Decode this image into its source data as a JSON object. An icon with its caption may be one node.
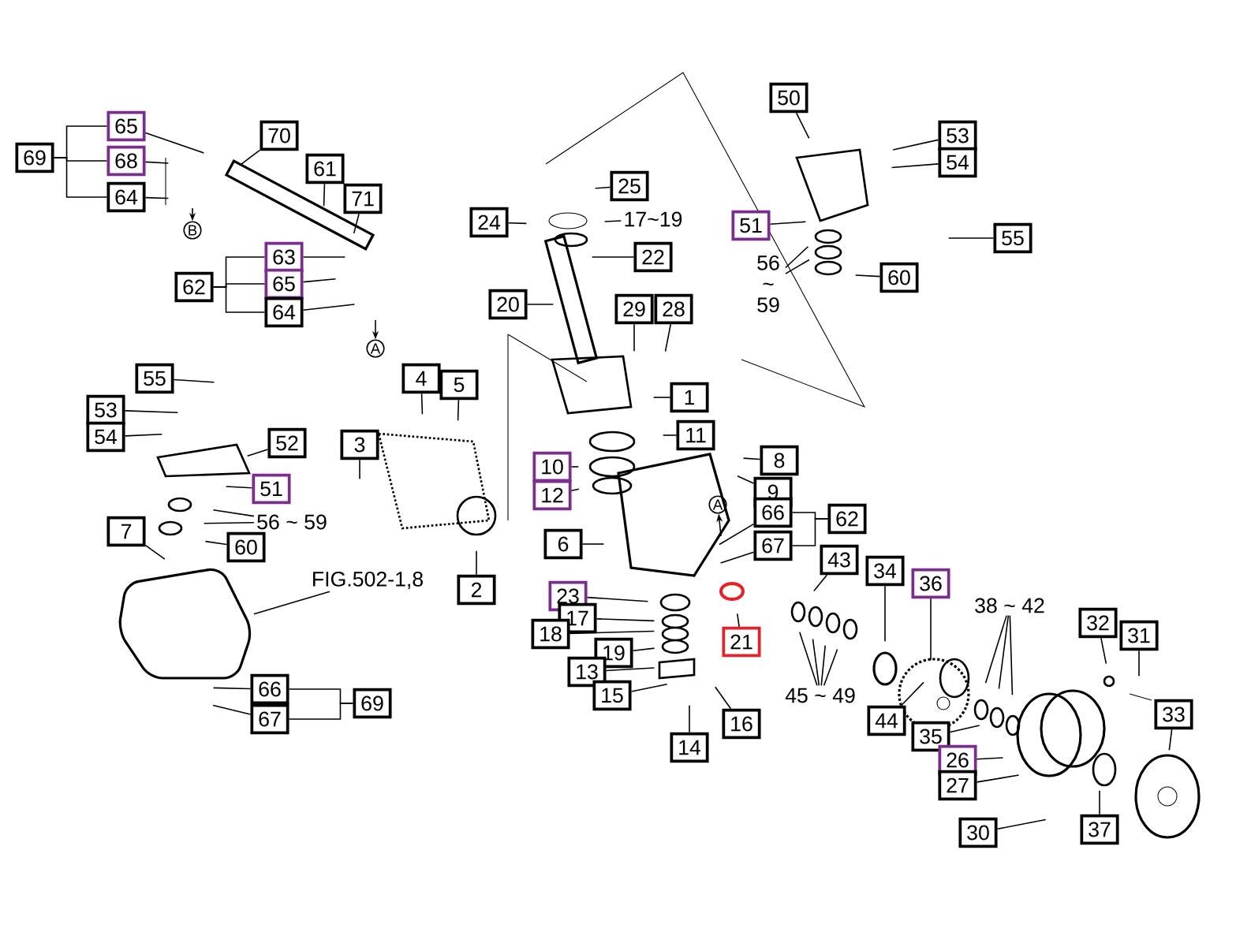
{
  "diagram": {
    "nodes": [
      {
        "text": [
          "65"
        ]
      },
      {
        "text": [
          "68"
        ]
      },
      {
        "text": [
          "64"
        ]
      },
      {
        "text": [
          "69"
        ]
      },
      {
        "text": [
          "70"
        ]
      },
      {
        "text": [
          "61"
        ]
      },
      {
        "text": [
          "71"
        ]
      },
      {
        "text": [
          "B"
        ]
      },
      {
        "text": [
          "63"
        ]
      },
      {
        "text": [
          "65"
        ]
      },
      {
        "text": [
          "64"
        ]
      },
      {
        "text": [
          "62"
        ]
      },
      {
        "text": [
          "A"
        ]
      },
      {
        "text": [
          "25"
        ]
      },
      {
        "text": [
          "24"
        ]
      },
      {
        "text": [
          "17~19"
        ]
      },
      {
        "text": [
          "22"
        ]
      },
      {
        "text": [
          "20"
        ]
      },
      {
        "text": [
          "29"
        ]
      },
      {
        "text": [
          "28"
        ]
      },
      {
        "text": [
          "1"
        ]
      },
      {
        "text": [
          "50"
        ]
      },
      {
        "text": [
          "53"
        ]
      },
      {
        "text": [
          "54"
        ]
      },
      {
        "text": [
          "51"
        ]
      },
      {
        "text": [
          "56 ~ 59"
        ]
      },
      {
        "text": [
          "55"
        ]
      },
      {
        "text": [
          "60"
        ]
      },
      {
        "text": [
          "55"
        ]
      },
      {
        "text": [
          "53"
        ]
      },
      {
        "text": [
          "54"
        ]
      },
      {
        "text": [
          "52"
        ]
      },
      {
        "text": [
          "51"
        ]
      },
      {
        "text": [
          "56 ~ 59"
        ]
      },
      {
        "text": [
          "60"
        ]
      },
      {
        "text": [
          "7"
        ]
      },
      {
        "text": [
          "3"
        ]
      },
      {
        "text": [
          "4"
        ]
      },
      {
        "text": [
          "5"
        ]
      },
      {
        "text": [
          "FIG.502-1,8"
        ]
      },
      {
        "text": [
          "2"
        ]
      },
      {
        "text": [
          "66"
        ]
      },
      {
        "text": [
          "67"
        ]
      },
      {
        "text": [
          "69"
        ]
      },
      {
        "text": [
          "11"
        ]
      },
      {
        "text": [
          "10"
        ]
      },
      {
        "text": [
          "12"
        ]
      },
      {
        "text": [
          "6"
        ]
      },
      {
        "text": [
          "8"
        ]
      },
      {
        "text": [
          "9"
        ]
      },
      {
        "text": [
          "A"
        ]
      },
      {
        "text": [
          "66"
        ]
      },
      {
        "text": [
          "67"
        ]
      },
      {
        "text": [
          "62"
        ]
      },
      {
        "text": [
          "43"
        ]
      },
      {
        "text": [
          "21"
        ]
      },
      {
        "text": [
          "23"
        ]
      },
      {
        "text": [
          "17"
        ]
      },
      {
        "text": [
          "18"
        ]
      },
      {
        "text": [
          "19"
        ]
      },
      {
        "text": [
          "13"
        ]
      },
      {
        "text": [
          "15"
        ]
      },
      {
        "text": [
          "14"
        ]
      },
      {
        "text": [
          "16"
        ]
      },
      {
        "text": [
          "34"
        ]
      },
      {
        "text": [
          "36"
        ]
      },
      {
        "text": [
          "38 ~ 42"
        ]
      },
      {
        "text": [
          "45 ~ 49"
        ]
      },
      {
        "text": [
          "44"
        ]
      },
      {
        "text": [
          "35"
        ]
      },
      {
        "text": [
          "26"
        ]
      },
      {
        "text": [
          "27"
        ]
      },
      {
        "text": [
          "30"
        ]
      },
      {
        "text": [
          "37"
        ]
      },
      {
        "text": [
          "32"
        ]
      },
      {
        "text": [
          "31"
        ]
      },
      {
        "text": [
          "33"
        ]
      }
    ],
    "edges": [
      {
        "from": 3,
        "to": 0,
        "arrow": "none"
      },
      {
        "from": 3,
        "to": 1,
        "arrow": "none"
      },
      {
        "from": 3,
        "to": 2,
        "arrow": "none"
      },
      {
        "from": 11,
        "to": 8,
        "arrow": "none"
      },
      {
        "from": 11,
        "to": 9,
        "arrow": "none"
      },
      {
        "from": 11,
        "to": 10,
        "arrow": "none"
      },
      {
        "from": 43,
        "to": 41,
        "arrow": "none"
      },
      {
        "from": 43,
        "to": 42,
        "arrow": "none"
      },
      {
        "from": 53,
        "to": 51,
        "arrow": "none"
      },
      {
        "from": 53,
        "to": 52,
        "arrow": "none"
      },
      {
        "from": null,
        "to": 7,
        "arrow": "to"
      },
      {
        "from": null,
        "to": 12,
        "arrow": "to"
      },
      {
        "from": null,
        "to": 50,
        "arrow": "to"
      },
      {
        "from": 0,
        "to": null,
        "arrow": "none"
      },
      {
        "from": 1,
        "to": null,
        "arrow": "none"
      },
      {
        "from": 2,
        "to": null,
        "arrow": "none"
      },
      {
        "from": 4,
        "to": null,
        "arrow": "none"
      },
      {
        "from": 5,
        "to": null,
        "arrow": "none"
      },
      {
        "from": 6,
        "to": null,
        "arrow": "none"
      },
      {
        "from": 8,
        "to": null,
        "arrow": "none"
      },
      {
        "from": 9,
        "to": null,
        "arrow": "none"
      },
      {
        "from": 10,
        "to": null,
        "arrow": "none"
      },
      {
        "from": 13,
        "to": null,
        "arrow": "none"
      },
      {
        "from": 14,
        "to": null,
        "arrow": "none"
      },
      {
        "from": 15,
        "to": null,
        "arrow": "none"
      },
      {
        "from": 16,
        "to": null,
        "arrow": "none"
      },
      {
        "from": 17,
        "to": null,
        "arrow": "none"
      },
      {
        "from": 18,
        "to": null,
        "arrow": "none"
      },
      {
        "from": 19,
        "to": null,
        "arrow": "none"
      },
      {
        "from": 20,
        "to": null,
        "arrow": "none"
      },
      {
        "from": 21,
        "to": null,
        "arrow": "none"
      },
      {
        "from": 22,
        "to": null,
        "arrow": "none"
      },
      {
        "from": 23,
        "to": null,
        "arrow": "none"
      },
      {
        "from": 24,
        "to": null,
        "arrow": "none"
      },
      {
        "from": 25,
        "to": null,
        "arrow": "none"
      },
      {
        "from": 25,
        "to": null,
        "arrow": "none"
      },
      {
        "from": 26,
        "to": null,
        "arrow": "none"
      },
      {
        "from": 27,
        "to": null,
        "arrow": "none"
      },
      {
        "from": 28,
        "to": null,
        "arrow": "none"
      },
      {
        "from": 29,
        "to": null,
        "arrow": "none"
      },
      {
        "from": 30,
        "to": null,
        "arrow": "none"
      },
      {
        "from": 31,
        "to": null,
        "arrow": "none"
      },
      {
        "from": 32,
        "to": null,
        "arrow": "none"
      },
      {
        "from": 33,
        "to": null,
        "arrow": "none"
      },
      {
        "from": 33,
        "to": null,
        "arrow": "none"
      },
      {
        "from": 34,
        "to": null,
        "arrow": "none"
      },
      {
        "from": 35,
        "to": null,
        "arrow": "none"
      },
      {
        "from": 36,
        "to": null,
        "arrow": "none"
      },
      {
        "from": 37,
        "to": null,
        "arrow": "none"
      },
      {
        "from": 38,
        "to": null,
        "arrow": "none"
      },
      {
        "from": 39,
        "to": null,
        "arrow": "none"
      },
      {
        "from": 40,
        "to": null,
        "arrow": "none"
      },
      {
        "from": 41,
        "to": null,
        "arrow": "none"
      },
      {
        "from": 42,
        "to": null,
        "arrow": "none"
      },
      {
        "from": 44,
        "to": null,
        "arrow": "none"
      },
      {
        "from": 45,
        "to": null,
        "arrow": "none"
      },
      {
        "from": 46,
        "to": null,
        "arrow": "none"
      },
      {
        "from": 47,
        "to": null,
        "arrow": "none"
      },
      {
        "from": 48,
        "to": null,
        "arrow": "none"
      },
      {
        "from": 49,
        "to": null,
        "arrow": "none"
      },
      {
        "from": 51,
        "to": null,
        "arrow": "none"
      },
      {
        "from": 52,
        "to": null,
        "arrow": "none"
      },
      {
        "from": 54,
        "to": null,
        "arrow": "none"
      },
      {
        "from": 55,
        "to": null,
        "arrow": "none"
      },
      {
        "from": 56,
        "to": null,
        "arrow": "none"
      },
      {
        "from": 57,
        "to": null,
        "arrow": "none"
      },
      {
        "from": 58,
        "to": null,
        "arrow": "none"
      },
      {
        "from": 59,
        "to": null,
        "arrow": "none"
      },
      {
        "from": 60,
        "to": null,
        "arrow": "none"
      },
      {
        "from": 61,
        "to": null,
        "arrow": "none"
      },
      {
        "from": 62,
        "to": null,
        "arrow": "none"
      },
      {
        "from": 63,
        "to": null,
        "arrow": "none"
      },
      {
        "from": 64,
        "to": null,
        "arrow": "none"
      },
      {
        "from": 65,
        "to": null,
        "arrow": "none"
      },
      {
        "from": 66,
        "to": null,
        "arrow": "none"
      },
      {
        "from": 66,
        "to": null,
        "arrow": "none"
      },
      {
        "from": 66,
        "to": null,
        "arrow": "none"
      },
      {
        "from": 67,
        "to": null,
        "arrow": "none"
      },
      {
        "from": 67,
        "to": null,
        "arrow": "none"
      },
      {
        "from": 67,
        "to": null,
        "arrow": "none"
      },
      {
        "from": 67,
        "to": null,
        "arrow": "none"
      },
      {
        "from": 68,
        "to": null,
        "arrow": "none"
      },
      {
        "from": 69,
        "to": null,
        "arrow": "none"
      },
      {
        "from": 70,
        "to": null,
        "arrow": "none"
      },
      {
        "from": 71,
        "to": null,
        "arrow": "none"
      },
      {
        "from": 72,
        "to": null,
        "arrow": "none"
      },
      {
        "from": 73,
        "to": null,
        "arrow": "none"
      },
      {
        "from": 74,
        "to": null,
        "arrow": "none"
      },
      {
        "from": 75,
        "to": null,
        "arrow": "none"
      },
      {
        "from": 76,
        "to": null,
        "arrow": "none"
      }
    ]
  }
}
